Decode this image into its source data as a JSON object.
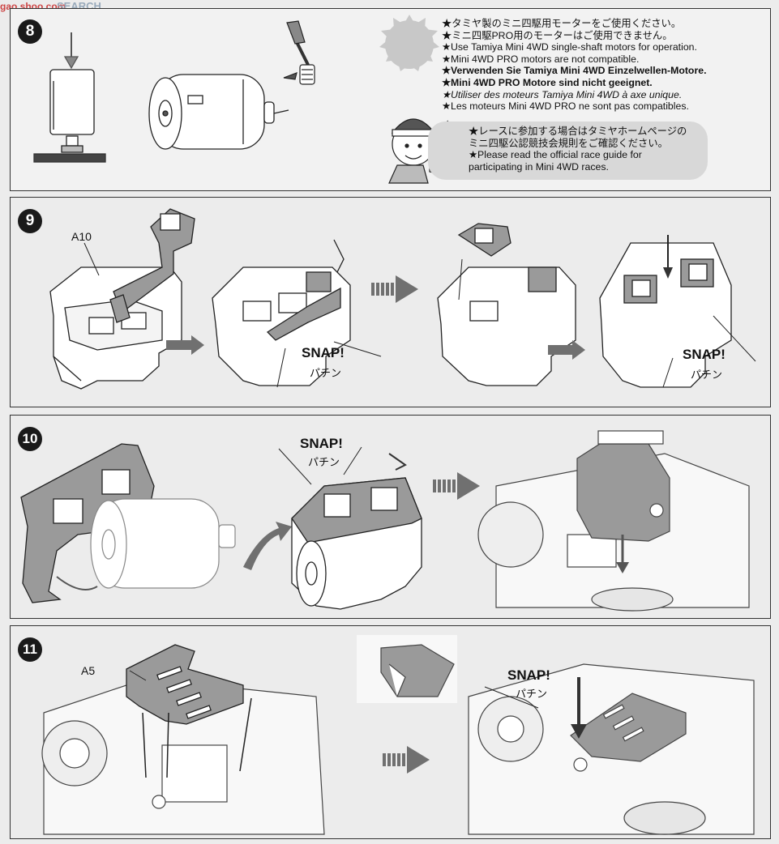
{
  "watermark": {
    "text": "SEARCH",
    "sub": "gao.shoo.com"
  },
  "steps": {
    "s8": {
      "number": "8"
    },
    "s9": {
      "number": "9",
      "part": "A10",
      "snap1": "SNAP!",
      "pachin1": "パチン",
      "snap2": "SNAP!",
      "pachin2": "パチン"
    },
    "s10": {
      "number": "10",
      "snap": "SNAP!",
      "pachin": "パチン"
    },
    "s11": {
      "number": "11",
      "part": "A5",
      "snap": "SNAP!",
      "pachin": "パチン"
    }
  },
  "notes": [
    "★タミヤ製のミニ四駆用モーターをご使用ください。",
    "★ミニ四駆PRO用のモーターはご使用できません。",
    "★Use Tamiya Mini 4WD single-shaft motors for operation.",
    "★Mini 4WD PRO motors are not compatible.",
    "★Verwenden Sie Tamiya Mini 4WD Einzelwellen-Motore.",
    "★Mini 4WD PRO Motore sind nicht geeignet.",
    "★Utiliser des moteurs Tamiya Mini 4WD à axe unique.",
    "★Les moteurs Mini 4WD PRO ne sont pas compatibles."
  ],
  "race_note": [
    "★レースに参加する場合はタミヤホームページの",
    "ミニ四駆公認競技会規則をご確認ください。",
    "★Please read the official race guide for",
    "participating in Mini 4WD races."
  ],
  "colors": {
    "panel": "#f2f2f2",
    "ink": "#1a1a1a",
    "part_gray": "#9a9a9a",
    "arrow_gray": "#707070"
  }
}
